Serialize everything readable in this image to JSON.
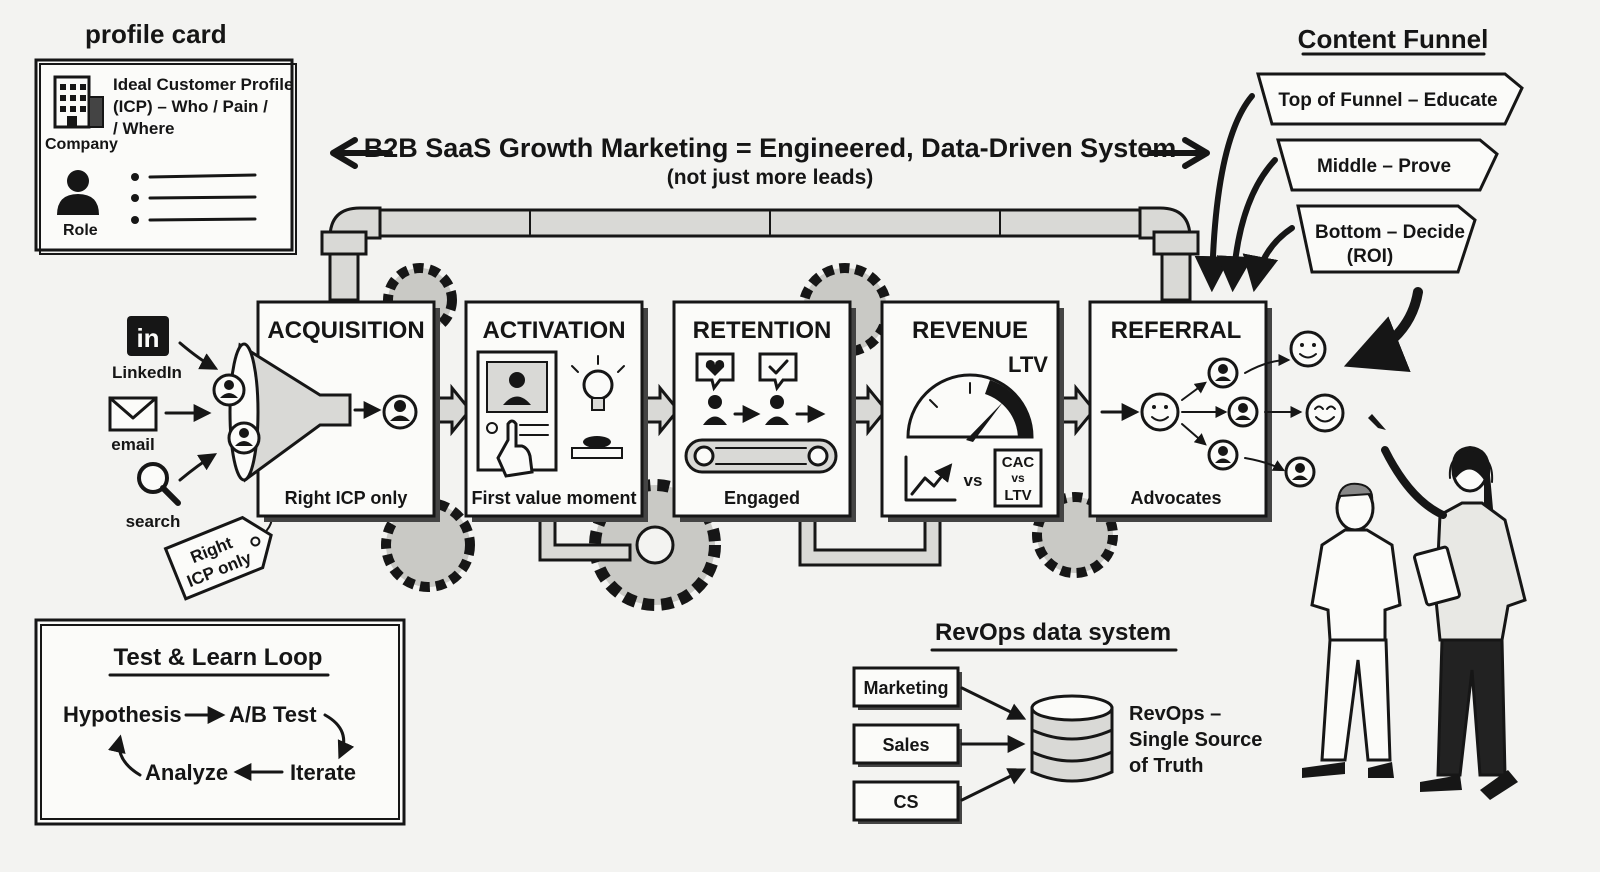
{
  "headline": {
    "title": "B2B SaaS Growth Marketing = Engineered, Data-Driven System",
    "subtitle": "(not just more leads)"
  },
  "profile_card": {
    "heading": "profile card",
    "icp_lines": [
      "Ideal Customer Profile",
      "(ICP) – Who / Pain /",
      "/ Where"
    ],
    "company_label": "Company",
    "role_label": "Role"
  },
  "channels": [
    "LinkedIn",
    "email",
    "search"
  ],
  "tag_label": [
    "Right",
    "ICP only"
  ],
  "stages": [
    {
      "title": "ACQUISITION",
      "caption": "Right ICP only"
    },
    {
      "title": "ACTIVATION",
      "caption": "First value moment"
    },
    {
      "title": "RETENTION",
      "caption": "Engaged"
    },
    {
      "title": "REVENUE",
      "caption": ""
    },
    {
      "title": "REFERRAL",
      "caption": "Advocates"
    }
  ],
  "revenue_panel": {
    "ltv_label": "LTV",
    "vs_label": "vs",
    "cac_box": [
      "CAC",
      "vs",
      "LTV"
    ]
  },
  "content_funnel": {
    "heading": "Content Funnel",
    "items": [
      [
        "Top of Funnel – Educate"
      ],
      [
        "Middle – Prove"
      ],
      [
        "Bottom – Decide",
        "(ROI)"
      ]
    ]
  },
  "test_loop": {
    "heading": "Test & Learn Loop",
    "steps": [
      "Hypothesis",
      "A/B Test",
      "Iterate",
      "Analyze"
    ]
  },
  "revops": {
    "heading": "RevOps data system",
    "sources": [
      "Marketing",
      "Sales",
      "CS"
    ],
    "label": [
      "RevOps –",
      "Single Source",
      "of Truth"
    ]
  },
  "colors": {
    "ink": "#161616",
    "paper": "#f3f3f1",
    "card": "#fbfbf9",
    "metal": "#d9d9d6"
  }
}
